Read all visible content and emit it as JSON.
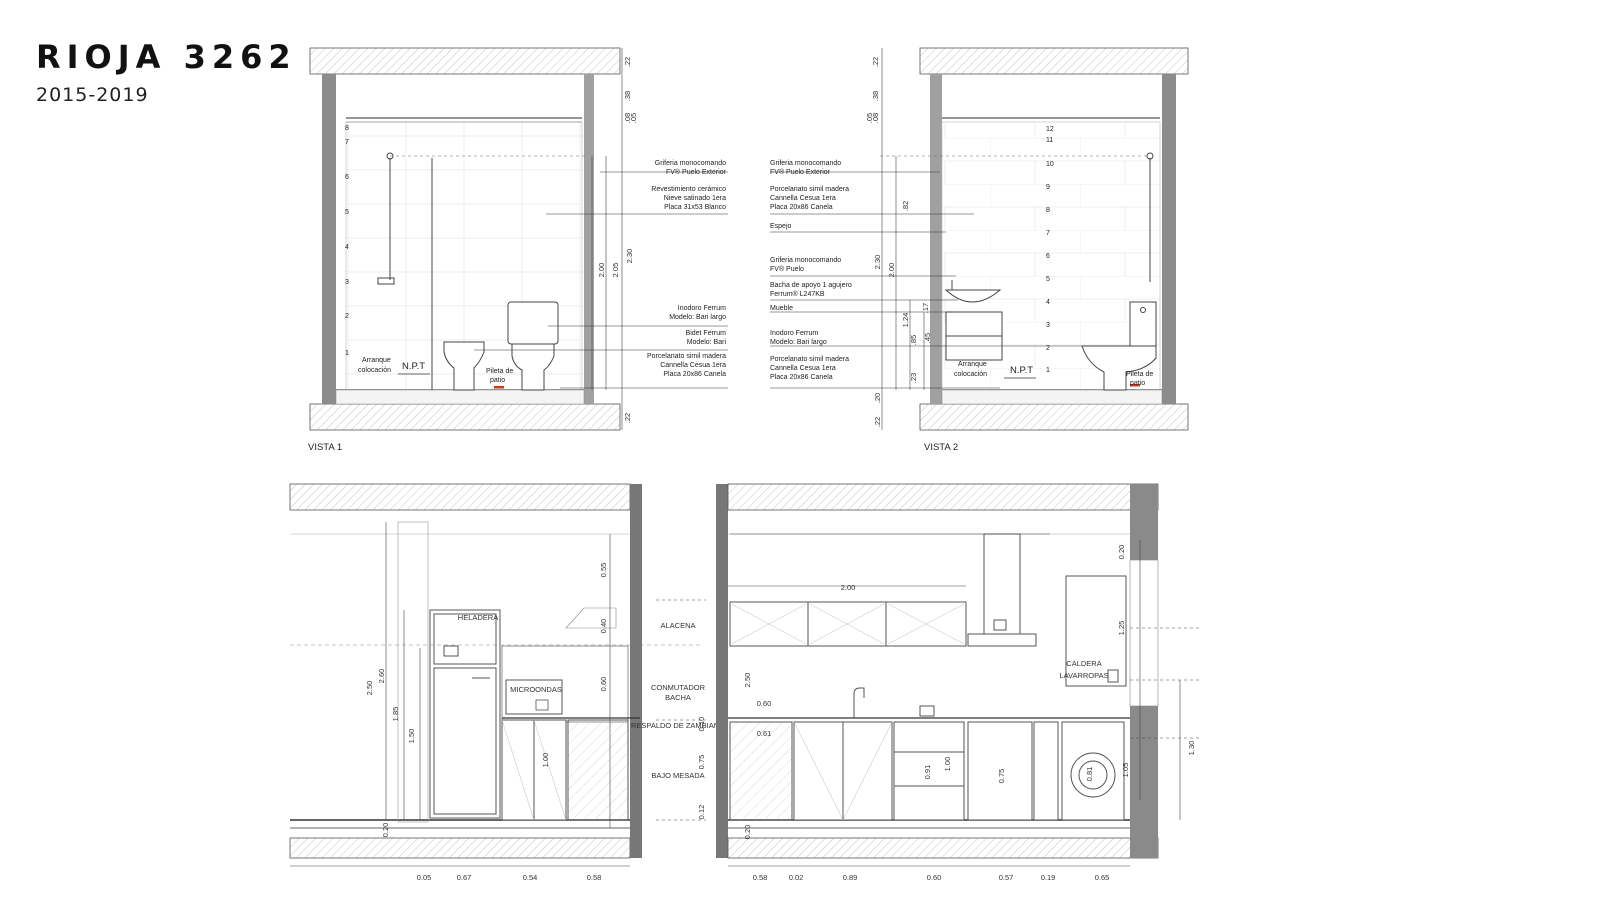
{
  "header": {
    "title": "RIOJA 3262",
    "years": "2015-2019"
  },
  "vista1": {
    "label": "VISTA 1",
    "tile_rows": [
      "1",
      "2",
      "3",
      "4",
      "5",
      "6",
      "7",
      "8"
    ],
    "notes": [
      [
        "Griferia monocomando",
        "FV® Puelo Exterior"
      ],
      [
        "Revestimiento cerámico",
        "Nieve satinado 1era",
        "Placa 31x53 Blanco"
      ],
      [
        "Inodoro Ferrum",
        "Modelo: Bari largo"
      ],
      [
        "Bidet Ferrum",
        "Modelo: Bari"
      ],
      [
        "Porcelanato simil madera",
        "Cannella Cesua 1era",
        "Placa 20x86 Canela"
      ]
    ],
    "arranque": [
      "Arranque",
      "colocación"
    ],
    "npt": "N.P.T",
    "pileta": [
      "Pileta de",
      "patio"
    ],
    "dims_right": [
      ".22",
      ".38",
      ".08",
      ".05",
      "2.00",
      "2.05",
      "2.30",
      ".22"
    ]
  },
  "vista2": {
    "label": "VISTA 2",
    "tile_rows": [
      "1",
      "2",
      "3",
      "4",
      "5",
      "6",
      "7",
      "8",
      "9",
      "10",
      "11",
      "12"
    ],
    "notes": [
      [
        "Griferia monocomando",
        "FV® Puelo Exterior"
      ],
      [
        "Porcelanato simil madera",
        "Cannella Cesua 1era",
        "Placa 20x86 Canela"
      ],
      [
        "Espejo"
      ],
      [
        "Griferia monocomando",
        "FV® Puelo"
      ],
      [
        "Bacha de apoyo 1 agujero",
        "Ferrum® L247KB"
      ],
      [
        "Mueble"
      ],
      [
        "Inodoro Ferrum",
        "Modelo: Bari largo"
      ],
      [
        "Porcelanato simil madera",
        "Cannella Cesua 1era",
        "Placa 20x86 Canela"
      ]
    ],
    "arranque": [
      "Arranque",
      "colocación"
    ],
    "npt": "N.P.T",
    "pileta": [
      "Pileta de",
      "patio"
    ],
    "dims_left": [
      ".22",
      ".38",
      ".08",
      ".05",
      "2.30",
      "2.00",
      ".82",
      "1.24",
      ".85",
      ".45",
      ".17",
      ".23",
      ".20",
      ".22"
    ]
  },
  "kitchen1": {
    "appliance_labels": [
      "HELADERA",
      "MICROONDAS"
    ],
    "zone_labels": [
      "ALACENA",
      "CONMUTADOR",
      "BACHA",
      "RESPALDO DE ZAMBIANO",
      "BAJO MESADA"
    ],
    "dims_vertical": [
      "2.50",
      "2.60",
      "1.85",
      "1.50",
      "0.55",
      "0.40",
      "0.60",
      "1.00",
      "0.10",
      "0.75",
      "0.12",
      "0.20"
    ],
    "dims_bottom": [
      "0.05",
      "0.67",
      "0.54",
      "0.58"
    ]
  },
  "kitchen2": {
    "appliance_labels": [
      "CALDERA",
      "LAVARROPAS"
    ],
    "dims_vertical": [
      "0.20",
      "1.25",
      "1.30",
      "1.05",
      "0.81",
      "0.91",
      "1.00",
      "0.75",
      "2.50",
      "0.20"
    ],
    "dims_horizontal": [
      "2.00",
      "0.60",
      "0.61"
    ],
    "dims_bottom": [
      "0.58",
      "0.02",
      "0.89",
      "0.60",
      "0.57",
      "0.19",
      "0.65"
    ]
  },
  "colors": {
    "line": "#333333",
    "wall": "#8c8c8c",
    "hatch": "#bdbdbd",
    "marker": "#d9341c"
  }
}
